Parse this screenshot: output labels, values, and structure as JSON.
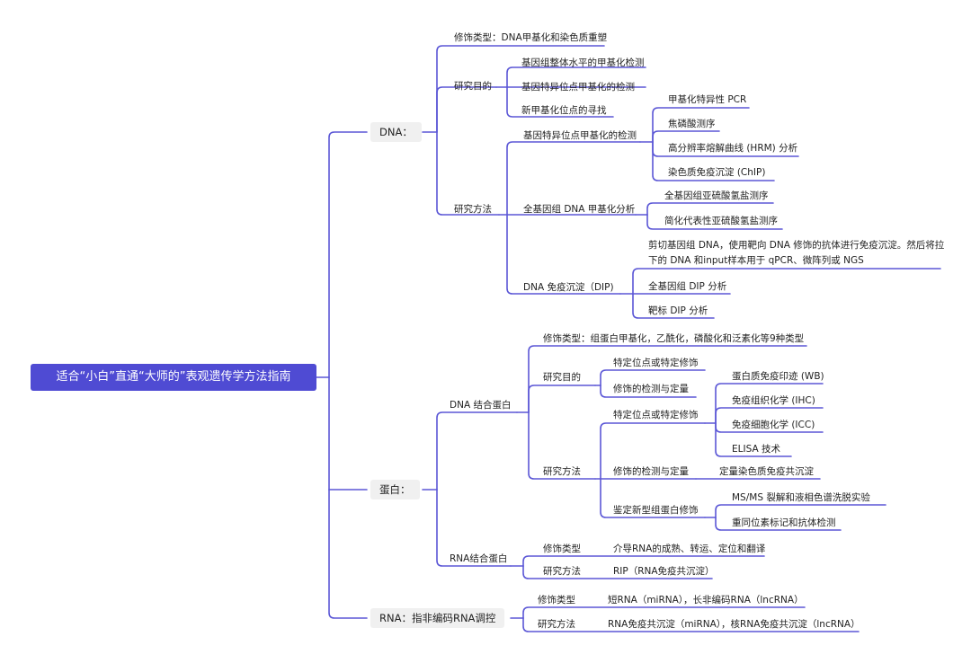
{
  "root": "适合“小白”直通“大师的”表观遗传学方法指南",
  "dna": {
    "label": "DNA：",
    "mod_type": "修饰类型：DNA甲基化和染色质重塑",
    "purpose": {
      "label": "研究目的",
      "items": [
        "基因组整体水平的甲基化检测",
        "基因特异位点甲基化的检测",
        "新甲基化位点的寻找"
      ]
    },
    "methods": {
      "label": "研究方法",
      "specific": {
        "label": "基因特异位点甲基化的检测",
        "items": [
          "甲基化特异性 PCR",
          "焦磷酸测序",
          "高分辨率熔解曲线 (HRM) 分析",
          "染色质免疫沉淀 (ChIP)"
        ]
      },
      "genome": {
        "label": "全基因组 DNA 甲基化分析",
        "items": [
          "全基因组亚硫酸氢盐测序",
          "简化代表性亚硫酸氢盐测序"
        ]
      },
      "dip": {
        "label": "DNA 免疫沉淀（DIP)",
        "desc_line1": "剪切基因组 DNA，使用靶向 DNA 修饰的抗体进行免疫沉淀。然后将拉",
        "desc_line2": "下的 DNA 和input样本用于 qPCR、微阵列或 NGS",
        "items": [
          "全基因组 DIP 分析",
          "靶标 DIP 分析"
        ]
      }
    }
  },
  "protein": {
    "label": "蛋白：",
    "dna_binding": {
      "label": "DNA 结合蛋白",
      "mod_type": "修饰类型：组蛋白甲基化，乙酰化，磷酸化和泛素化等9种类型",
      "purpose": {
        "label": "研究目的",
        "items": [
          "特定位点或特定修饰",
          "修饰的检测与定量"
        ]
      },
      "methods": {
        "label": "研究方法",
        "site": {
          "label": "特定位点或特定修饰",
          "items": [
            "蛋白质免疫印迹 (WB)",
            "免疫组织化学 (IHC)",
            "免疫细胞化学 (ICC)",
            "ELISA 技术"
          ]
        },
        "detect": {
          "label": "修饰的检测与定量",
          "item": "定量染色质免疫共沉淀"
        },
        "novel": {
          "label": "鉴定新型组蛋白修饰",
          "items": [
            "MS/MS 裂解和液相色谱洗脱实验",
            "重同位素标记和抗体检测"
          ]
        }
      }
    },
    "rna_binding": {
      "label": "RNA结合蛋白",
      "mod_label": "修饰类型",
      "mod_value": "介导RNA的成熟、转运、定位和翻译",
      "method_label": "研究方法",
      "method_value": "RIP（RNA免疫共沉淀）"
    }
  },
  "rna": {
    "label": "RNA：指非编码RNA调控",
    "mod_label": "修饰类型",
    "mod_value": "短RNA（miRNA），长非编码RNA（lncRNA）",
    "method_label": "研究方法",
    "method_value": "RNA免疫共沉淀（miRNA），核RNA免疫共沉淀（lncRNA）"
  }
}
